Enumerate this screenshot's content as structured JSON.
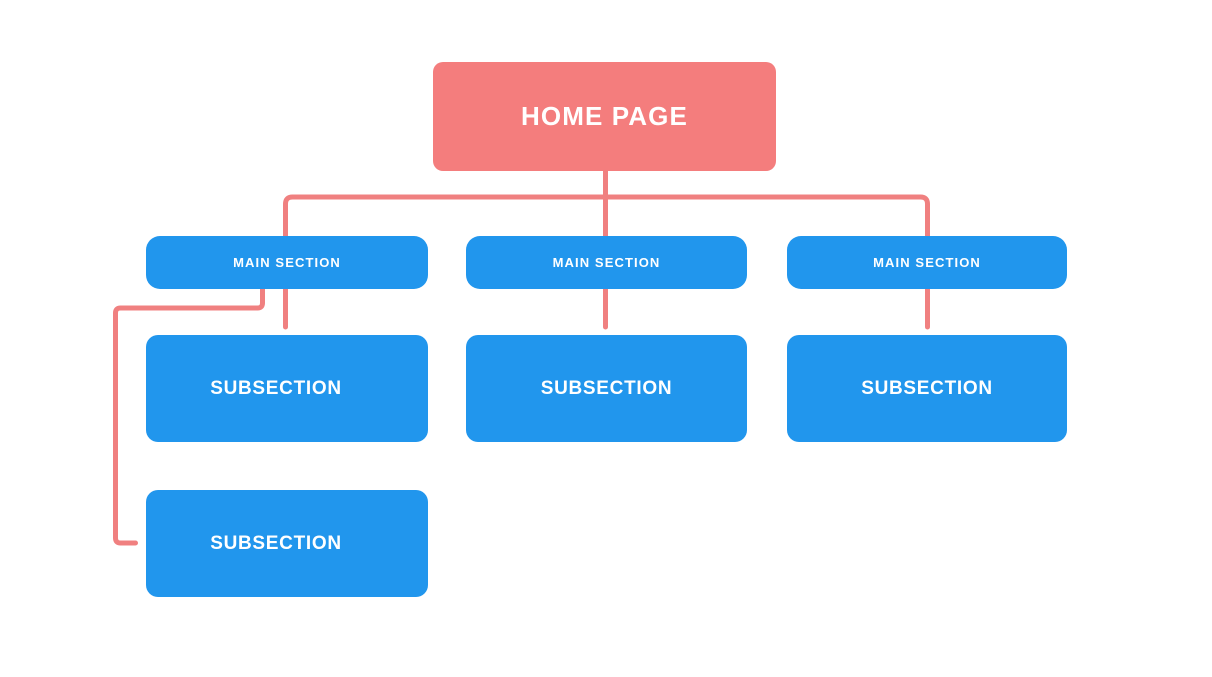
{
  "diagram": {
    "title_node": {
      "label": "HOME PAGE",
      "color": "#F47D7D"
    },
    "colors": {
      "root": "#F47D7D",
      "node": "#2196ED",
      "connector": "#F08080",
      "background": "#FFFFFF",
      "text": "#FFFFFF"
    },
    "columns": [
      {
        "main": {
          "label": "MAIN SECTION"
        },
        "subsections": [
          {
            "label": "SUBSECTION"
          },
          {
            "label": "SUBSECTION"
          }
        ]
      },
      {
        "main": {
          "label": "MAIN SECTION"
        },
        "subsections": [
          {
            "label": "SUBSECTION"
          }
        ]
      },
      {
        "main": {
          "label": "MAIN SECTION"
        },
        "subsections": [
          {
            "label": "SUBSECTION"
          }
        ]
      }
    ]
  }
}
